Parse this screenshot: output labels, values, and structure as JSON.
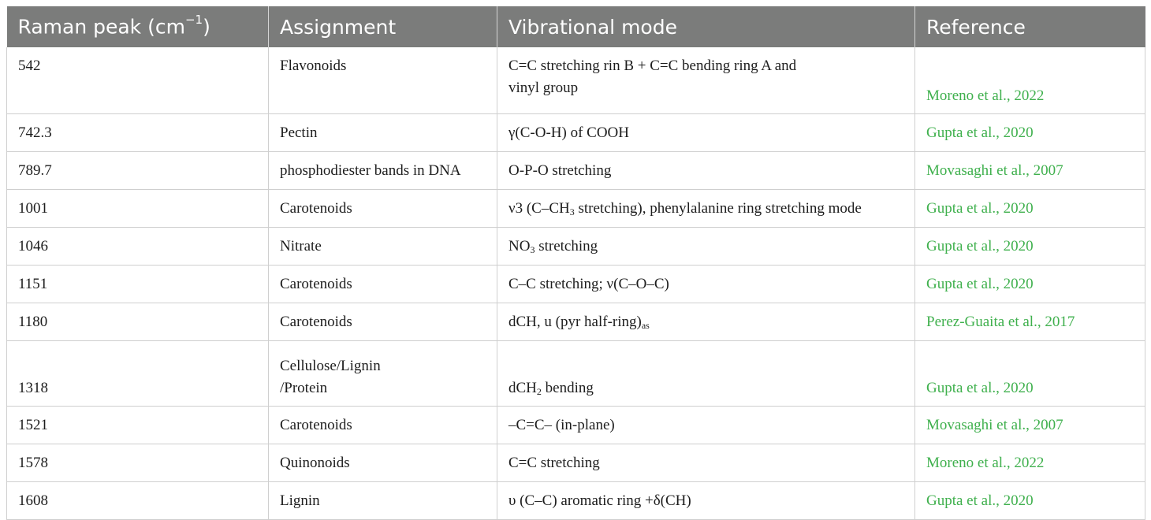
{
  "header": {
    "col1": "Raman peak (cm",
    "col1_sup": "−1",
    "col1_close": ")",
    "col2": "Assignment",
    "col3": "Vibrational mode",
    "col4": "Reference"
  },
  "rows": [
    {
      "peak": "542",
      "assignment": "Flavonoids",
      "mode_line1": "C=C stretching rin B + C=C bending ring A and",
      "mode_line2": "vinyl group",
      "reference": "Moreno et al., 2022"
    },
    {
      "peak": "742.3",
      "assignment": "Pectin",
      "mode": "γ(C-O-H) of COOH",
      "reference": "Gupta et al., 2020"
    },
    {
      "peak": "789.7",
      "assignment": "phosphodiester bands in DNA",
      "mode": "O-P-O stretching",
      "reference": "Movasaghi et al., 2007"
    },
    {
      "peak": "1001",
      "assignment": "Carotenoids",
      "mode_pre": "ν3 (C–CH",
      "mode_sub": "3",
      "mode_post": " stretching), phenylalanine ring stretching mode",
      "reference": "Gupta et al., 2020"
    },
    {
      "peak": "1046",
      "assignment": "Nitrate",
      "mode_pre": "NO",
      "mode_sub": "3",
      "mode_post": " stretching",
      "reference": "Gupta et al., 2020"
    },
    {
      "peak": "1151",
      "assignment": "Carotenoids",
      "mode": "C–C stretching; ν(C–O–C)",
      "reference": "Gupta et al., 2020"
    },
    {
      "peak": "1180",
      "assignment": "Carotenoids",
      "mode_pre": "dCH, u (pyr half-ring)",
      "mode_sub": "as",
      "mode_post": "",
      "reference": "Perez-Guaita et al., 2017"
    },
    {
      "peak": "1318",
      "assignment_line1": "Cellulose/Lignin",
      "assignment_line2": "/Protein",
      "mode_pre": "dCH",
      "mode_sub": "2",
      "mode_post": " bending",
      "reference": "Gupta et al., 2020"
    },
    {
      "peak": "1521",
      "assignment": "Carotenoids",
      "mode": "–C=C– (in-plane)",
      "reference": "Movasaghi et al., 2007"
    },
    {
      "peak": "1578",
      "assignment": "Quinonoids",
      "mode": "C=C stretching",
      "reference": "Moreno et al., 2022"
    },
    {
      "peak": "1608",
      "assignment": "Lignin",
      "mode": "υ (C–C) aromatic ring +δ(CH)",
      "reference": "Gupta et al., 2020"
    }
  ]
}
